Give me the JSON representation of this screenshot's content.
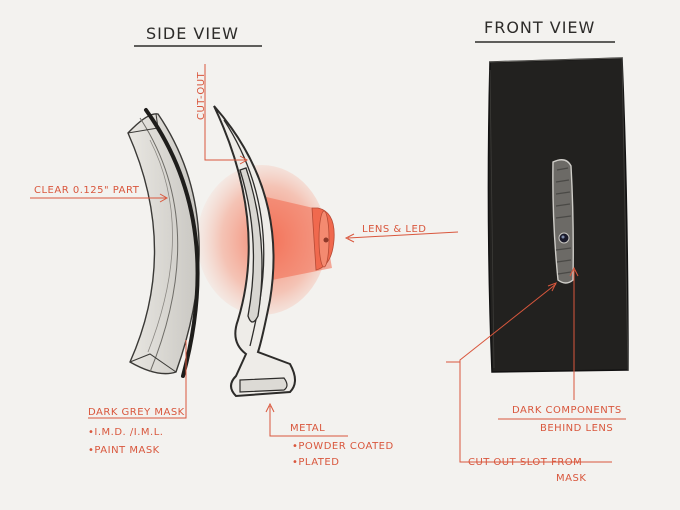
{
  "titles": {
    "side_view": "SIDE VIEW",
    "front_view": "FRONT VIEW"
  },
  "callouts": {
    "cut_out": "CUT-OUT",
    "clear_part": "CLEAR 0.125\" PART",
    "lens_led": "LENS & LED",
    "dark_grey_mask": "DARK GREY MASK",
    "imd_iml": "•I.M.D. /I.M.L.",
    "paint_mask": "•PAINT MASK",
    "metal": "METAL",
    "powder_coated": "•POWDER COATED",
    "plated": "•PLATED",
    "dark_components_1": "DARK COMPONENTS",
    "dark_components_2": "BEHIND LENS",
    "cut_out_slot_1": "CUT-OUT SLOT FROM",
    "cut_out_slot_2": "MASK"
  },
  "colors": {
    "ink": "#2d2c2a",
    "annotation": "#d9573d",
    "glow": "#f26a4f",
    "device_body": "#22211f",
    "paper": "#f3f2ef"
  }
}
